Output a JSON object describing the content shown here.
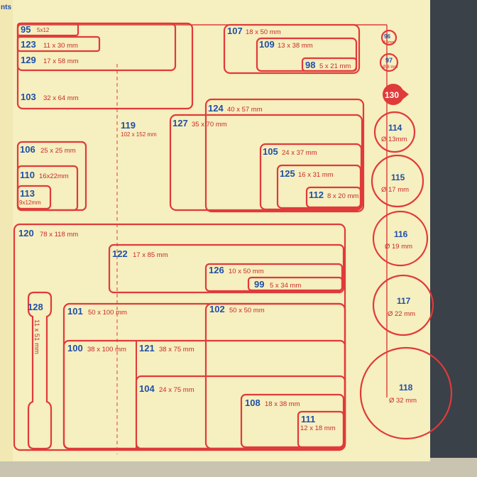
{
  "sheet": {
    "corner_text": "nts",
    "colors": {
      "paper": "#f6efbf",
      "outline": "#e03a3a",
      "number": "#1f4fa8",
      "size": "#c92a2a"
    }
  },
  "labels": [
    {
      "id": "95",
      "size": "5x12"
    },
    {
      "id": "123",
      "size": "11 x 30 mm"
    },
    {
      "id": "129",
      "size": "17 x 58 mm"
    },
    {
      "id": "103",
      "size": "32 x 64 mm"
    },
    {
      "id": "119",
      "size": "102 x 152 mm"
    },
    {
      "id": "107",
      "size": "18 x 50 mm"
    },
    {
      "id": "109",
      "size": "13 x 38 mm"
    },
    {
      "id": "98",
      "size": "5 x 21 mm"
    },
    {
      "id": "124",
      "size": "40 x 57 mm"
    },
    {
      "id": "127",
      "size": "35 x 70 mm"
    },
    {
      "id": "105",
      "size": "24 x 37 mm"
    },
    {
      "id": "125",
      "size": "16 x 31 mm"
    },
    {
      "id": "112",
      "size": "8 x 20 mm"
    },
    {
      "id": "106",
      "size": "25 x 25 mm"
    },
    {
      "id": "110",
      "size": "16x22mm"
    },
    {
      "id": "113",
      "size": "9x12mm"
    },
    {
      "id": "120",
      "size": "78 x 118 mm"
    },
    {
      "id": "122",
      "size": "17 x 85 mm"
    },
    {
      "id": "126",
      "size": "10 x 50 mm"
    },
    {
      "id": "99",
      "size": "5 x 34 mm"
    },
    {
      "id": "128",
      "size": "11 x 51 mm"
    },
    {
      "id": "101",
      "size": "50 x 100 mm"
    },
    {
      "id": "102",
      "size": "50 x 50 mm"
    },
    {
      "id": "100",
      "size": "38 x 100 mm"
    },
    {
      "id": "121",
      "size": "38 x 75 mm"
    },
    {
      "id": "104",
      "size": "24 x 75 mm"
    },
    {
      "id": "108",
      "size": "18 x 38 mm"
    },
    {
      "id": "111",
      "size": "12 x 18 mm"
    }
  ],
  "circles": [
    {
      "id": "96",
      "size": "Ø 6mm"
    },
    {
      "id": "97",
      "size": "Ø 8 mm"
    },
    {
      "id": "130",
      "size": ""
    },
    {
      "id": "114",
      "size": "Ø 13mm"
    },
    {
      "id": "115",
      "size": "Ø 17 mm"
    },
    {
      "id": "116",
      "size": "Ø 19 mm"
    },
    {
      "id": "117",
      "size": "Ø 22 mm"
    },
    {
      "id": "118",
      "size": "Ø 32 mm"
    }
  ]
}
